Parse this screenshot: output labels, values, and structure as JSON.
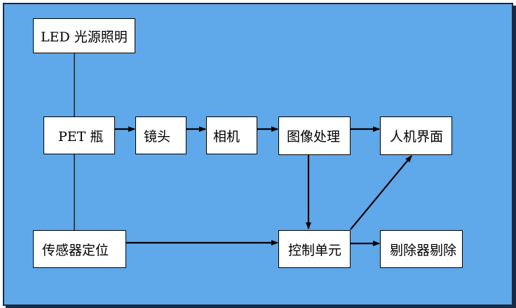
{
  "colors": {
    "background": "#5fa8ea",
    "frame_border": "#1b2a44",
    "box_fill": "#ffffff",
    "line": "#000000"
  },
  "nodes": {
    "led": "LED 光源照明",
    "pet": "PET 瓶",
    "lens": "镜头",
    "camera": "相机",
    "image_processing": "图像处理",
    "hmi": "人机界面",
    "sensor": "传感器定位",
    "control": "控制单元",
    "reject": "剔除器剔除"
  },
  "edges": [
    {
      "from": "pet",
      "to": "lens",
      "arrow": true
    },
    {
      "from": "lens",
      "to": "camera",
      "arrow": true
    },
    {
      "from": "camera",
      "to": "image_processing",
      "arrow": true
    },
    {
      "from": "image_processing",
      "to": "hmi",
      "arrow": true
    },
    {
      "from": "image_processing",
      "to": "control",
      "arrow": true
    },
    {
      "from": "sensor",
      "to": "control",
      "arrow": true
    },
    {
      "from": "control",
      "to": "reject",
      "arrow": true
    },
    {
      "from": "control",
      "to": "hmi",
      "arrow": true
    },
    {
      "from": "led",
      "to": "pet",
      "arrow": false
    },
    {
      "from": "pet",
      "to": "sensor",
      "arrow": false
    }
  ]
}
